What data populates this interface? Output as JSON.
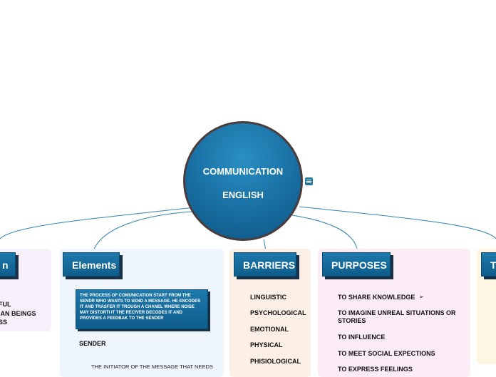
{
  "central": {
    "line1": "COMMUNICATION",
    "line2": "ENGLISH"
  },
  "branches": {
    "left_partial": {
      "topic_fragment": "n",
      "items": [
        "FUL",
        "IAN BEINGS",
        "SS"
      ]
    },
    "elements": {
      "topic": "Elements",
      "description": "THE PROCESS OF COMUNICATION START FROM THE SENDR WHO WANTS TO SEND A MESSAGE. HE ENCODES IT AND TRASFER IT TROUGH A CHANEL WHERE NOISE MAY DISTORTI IT THE RECIVER DECODES IT AND PROVIDES A FEEDBAK TO  THE SENDER",
      "sender": "SENDER",
      "sender_note": "THE INITIATOR OF THE MESSAGE THAT NEEDS"
    },
    "barriers": {
      "topic": "BARRIERS",
      "items": [
        "LINGUISTIC",
        "PSYCHOLOGICAL",
        "EMOTIONAL",
        "PHYSICAL",
        "PHISIOLOGICAL"
      ]
    },
    "purposes": {
      "topic": "PURPOSES",
      "items": [
        "TO SHARE KNOWLEDGE",
        "TO IMAGINE UNREAL SITUATIONS OR STORIES",
        "TO INFLUENCE",
        "TO MEET SOCIAL EXPECTIONS",
        "TO EXPRESS FEELINGS"
      ]
    },
    "right_partial": {
      "topic_fragment": "T"
    }
  },
  "colors": {
    "topic": "#1669a0",
    "connector": "#2f83b3",
    "central_border": "#4a3c3c"
  },
  "icons": {
    "notes": "notes-icon",
    "cursor": "cursor-icon"
  }
}
